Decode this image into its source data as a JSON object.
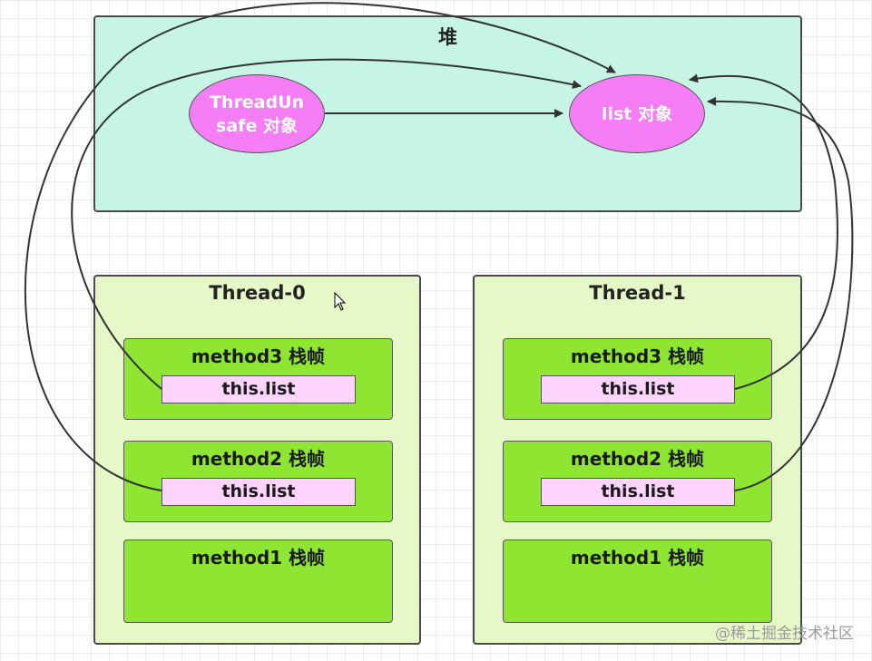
{
  "heap": {
    "title": "堆"
  },
  "objects": {
    "thread_unsafe": "ThreadUn\nsafe 对象",
    "list": "list 对象"
  },
  "threads": [
    {
      "title": "Thread-0",
      "frames": [
        {
          "label": "method3 栈帧",
          "ref": "this.list"
        },
        {
          "label": "method2 栈帧",
          "ref": "this.list"
        },
        {
          "label": "method1 栈帧"
        }
      ]
    },
    {
      "title": "Thread-1",
      "frames": [
        {
          "label": "method3 栈帧",
          "ref": "this.list"
        },
        {
          "label": "method2 栈帧",
          "ref": "this.list"
        },
        {
          "label": "method1 栈帧"
        }
      ]
    }
  ],
  "watermark": "@稀土掘金技术社区",
  "colors": {
    "heap_fill": "#c6f5e6",
    "thread_fill": "#e6f8c8",
    "frame_fill": "#8fe632",
    "ref_fill": "#ffd4ff",
    "object_fill": "#f57df5"
  }
}
